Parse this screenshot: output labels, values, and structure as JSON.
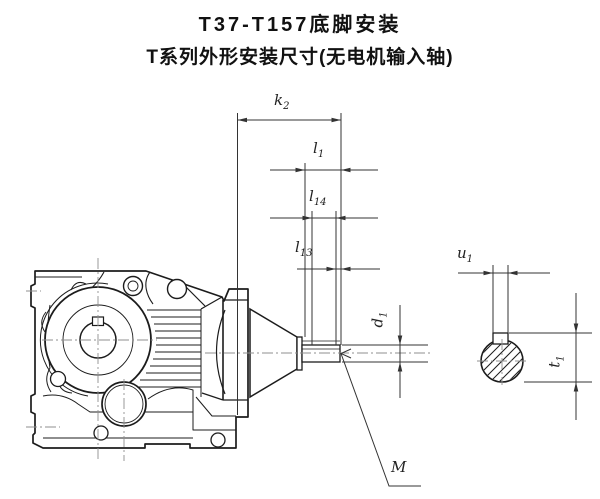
{
  "title": {
    "line1": "T37-T157底脚安装",
    "line2": "T系列外形安装尺寸(无电机输入轴)"
  },
  "dim_labels": {
    "k2": {
      "base": "k",
      "sub": "2"
    },
    "l1": {
      "base": "l",
      "sub": "1"
    },
    "l14": {
      "base": "l",
      "sub": "14"
    },
    "l13": {
      "base": "l",
      "sub": "13"
    },
    "d1": {
      "base": "d",
      "sub": "1"
    },
    "u1": {
      "base": "u",
      "sub": "1"
    },
    "t1": {
      "base": "t",
      "sub": "1"
    },
    "m": {
      "base": "M",
      "sub": ""
    }
  },
  "colors": {
    "line": "#1c1c1c",
    "dimension_line": "#333333",
    "centerline": "#8f8f8f",
    "background": "#ffffff"
  }
}
